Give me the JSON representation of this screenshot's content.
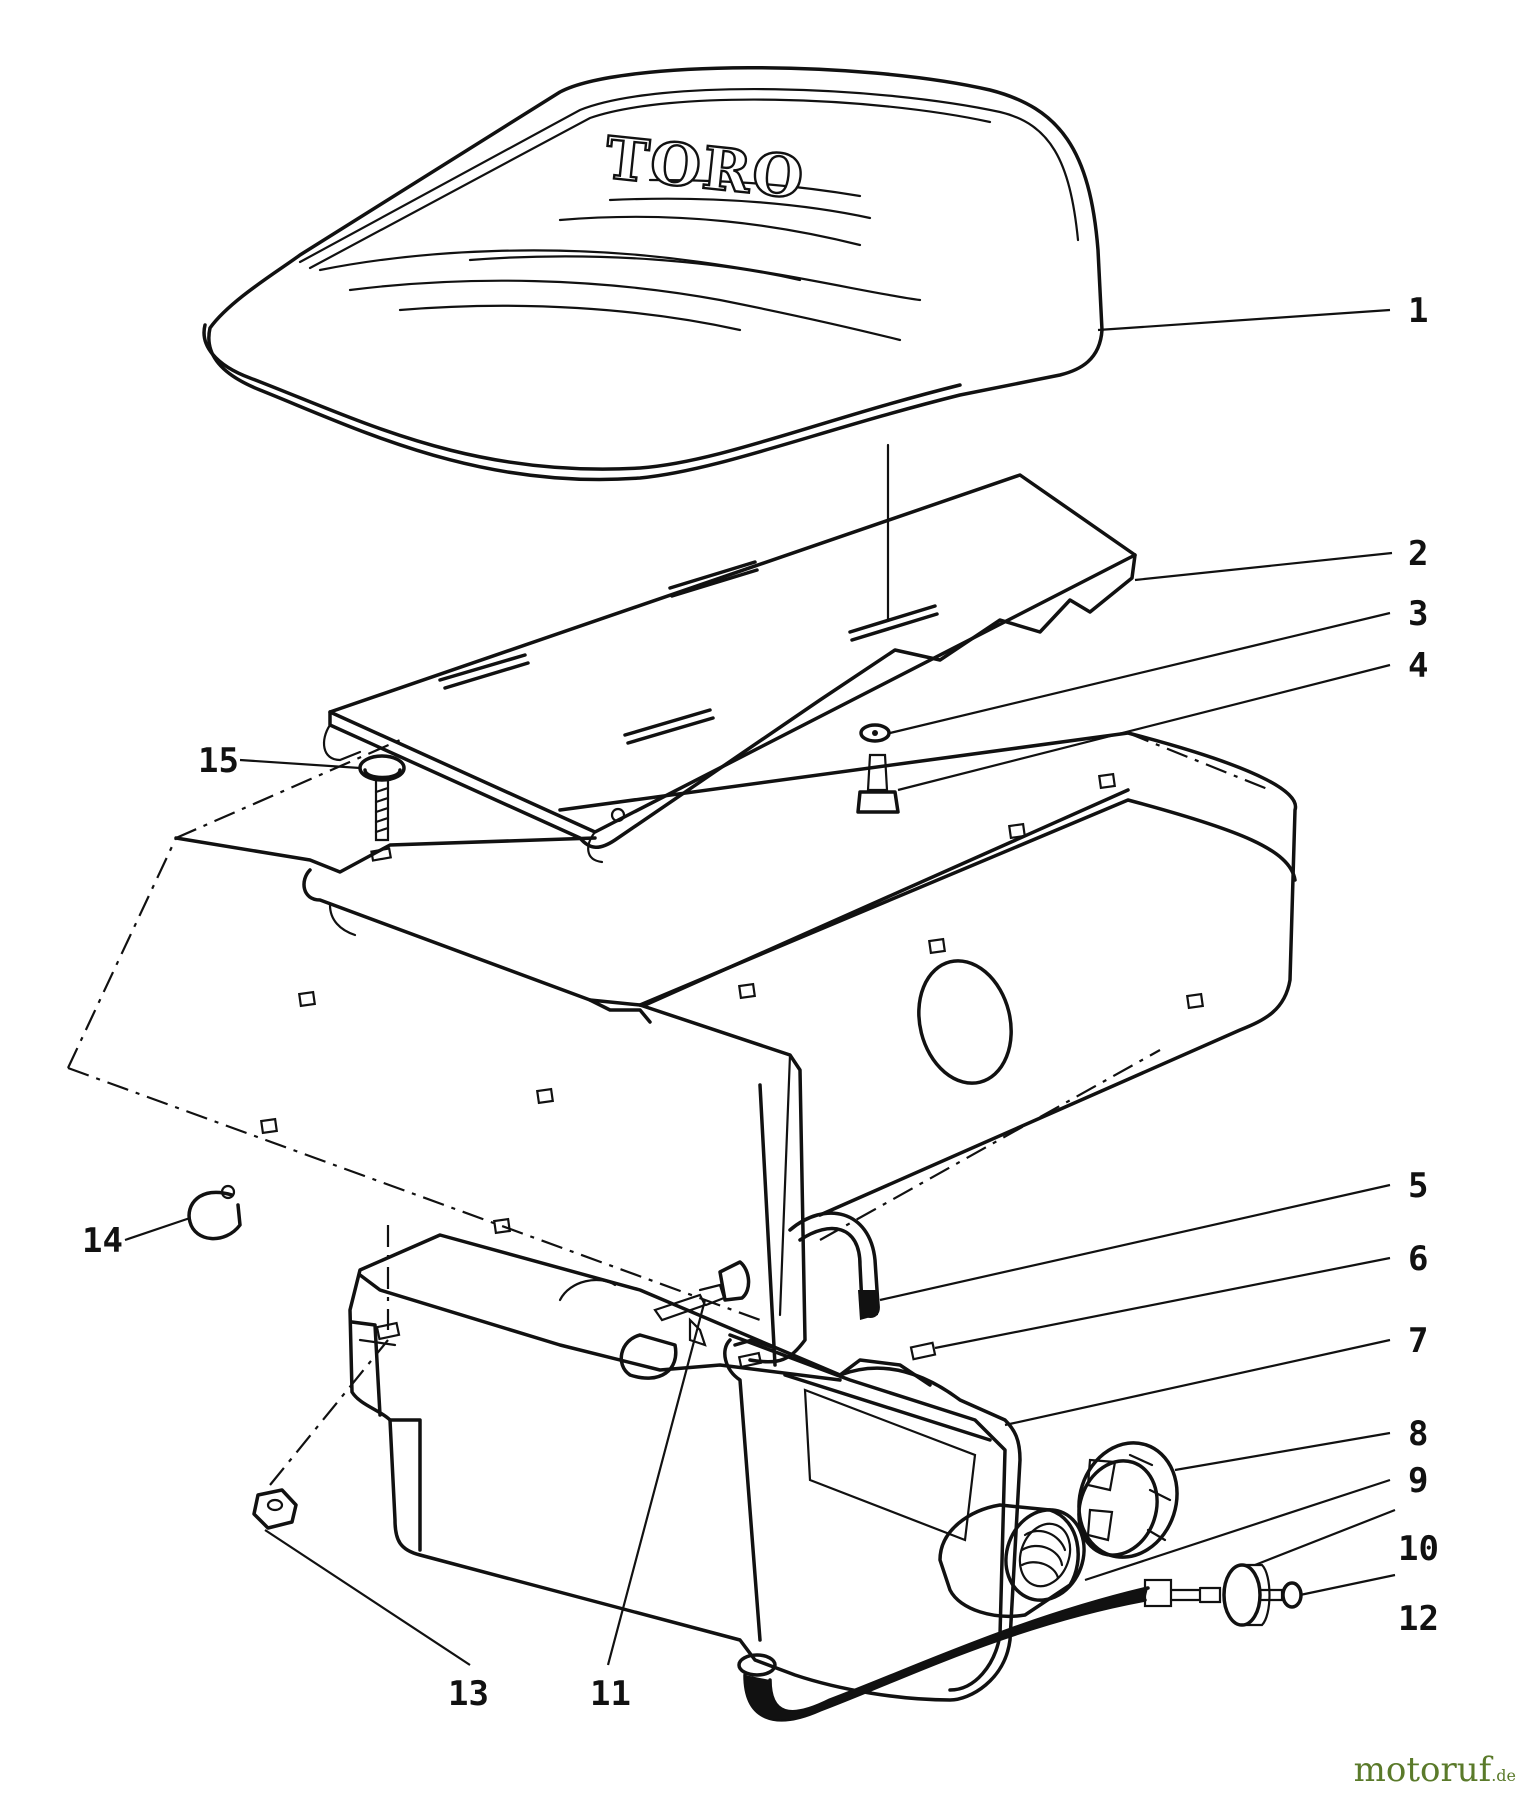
{
  "diagram": {
    "brand_on_seat": "TORO",
    "watermark_main": "motoruf",
    "watermark_tld": ".de",
    "callouts": [
      "1",
      "2",
      "3",
      "4",
      "5",
      "6",
      "7",
      "8",
      "9",
      "10",
      "11",
      "12",
      "13",
      "14",
      "15"
    ]
  }
}
